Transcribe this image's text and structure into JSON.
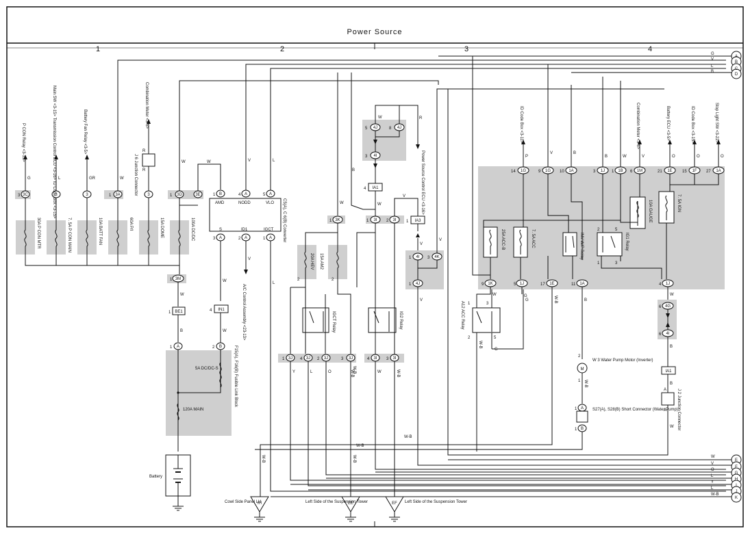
{
  "title": "Power Source",
  "columns": [
    "1",
    "2",
    "3",
    "4"
  ],
  "fuses": [
    {
      "pin_top": "3C",
      "pin_top_num": "3",
      "label": "30A P CON MTR",
      "wire": "G",
      "dest": "P CON Relay <3-13>"
    },
    {
      "pin_top": "3",
      "pin_top_num": "",
      "label": "7. 5A P CON MAIN",
      "wire": "L",
      "dest": "Main SW <3-15> Transmission Control ECU <3-16> ID Code Box <3-15>"
    },
    {
      "pin_top": "3",
      "pin_top_num": "",
      "label": "10A BATT FAN",
      "wire": "GR",
      "dest": "Battery Fan Relay <3-5>"
    },
    {
      "pin_top": "3A",
      "pin_top_num": "1",
      "label": "60A P/I",
      "wire": "W",
      "dest": ""
    },
    {
      "pin_top": "3",
      "pin_top_num": "",
      "label": "15A DOME",
      "wire": "R",
      "dest": "Combination Meter <3-6>"
    },
    {
      "pin_top": "3D",
      "pin_top_num": "1",
      "label": "100A DC/DC",
      "wire": "W",
      "dest": ""
    }
  ],
  "junction_j6": "J 6 Junction Connector",
  "connectors_top": [
    "3E",
    "B",
    "A",
    "A"
  ],
  "converter": {
    "name": "C5(A), C 6(B) Converter",
    "pins_top": [
      "1",
      "4",
      "5"
    ],
    "terms_top": [
      "AMD",
      "NODD",
      "VLO"
    ],
    "pins_bottom": [
      "3",
      "2",
      "1"
    ],
    "terms_bottom": [
      "S",
      "ID1",
      "IGCT"
    ]
  },
  "ac_control": "A/C Control Assembly <23-13>",
  "connectors_mid": [
    "3M",
    "BE1",
    "IN1",
    "3K",
    "IA1",
    "IA3",
    "4I",
    "4J",
    "4K",
    "3J",
    "3I"
  ],
  "fusible_link": {
    "name": "F15(A), F16(B) Fusible Link Block",
    "fuse1": "5A DC/DC-S",
    "fuse2": "120A MAIN"
  },
  "battery": "Battery",
  "psc_ecu": "Power Source Control ECU <3-16>",
  "relays": {
    "igct": "IGCT Relay",
    "ig2": "IG2 Relay",
    "acc": "A12 ACC Relay",
    "fuse_hev": "20A HEV",
    "fuse_am2": "15A AM2"
  },
  "right_block": {
    "fuses": [
      "25A ACC-B",
      "7. 5A ACC",
      "10A GAUGE",
      "7. 5A IGN"
    ],
    "relays": [
      "INV W/P Relay",
      "IG1 Relay"
    ],
    "top_pins": [
      "1G",
      "1G",
      "1A",
      "1J",
      "1B",
      "1M",
      "1E",
      "1F",
      "1A"
    ],
    "top_pin_nums": [
      "14",
      "9",
      "10",
      "3",
      "1",
      "6",
      "21",
      "15",
      "27"
    ],
    "bottom_pins": [
      "1K",
      "1J",
      "1E",
      "1A",
      "1J"
    ],
    "bottom_pin_nums": [
      "9",
      "5",
      "17",
      "11",
      "4"
    ],
    "dests": [
      "ID Code Box <3-11>",
      "Combination Meter <3-6>",
      "Battery ECU <3-5>",
      "ID Code Box <3-15>",
      "Stop Light SW <3-22>"
    ],
    "dest_wires": [
      "P",
      "V",
      "O",
      "O",
      "O"
    ],
    "wires": [
      "W",
      "V",
      "B",
      "B",
      "W",
      "V"
    ]
  },
  "water_pump": "W 3 Water Pump Motor (Inverter)",
  "short_connector": "S27(A), S28(B) Short Connector (Water Pump)",
  "junction_j2": "J 2 Junction Connector",
  "connector_4g": "4G",
  "grounds": [
    {
      "id": "IH",
      "label": "Cowl Side Panel LH"
    },
    {
      "id": "EE",
      "label": "Left Side of the Suspension Tower"
    },
    {
      "id": "EF",
      "label": "Left Side of the Suspension Tower"
    }
  ],
  "right_terms_top": [
    {
      "id": "A",
      "wire": "G"
    },
    {
      "id": "B",
      "wire": "V"
    },
    {
      "id": "C",
      "wire": "L"
    },
    {
      "id": "D",
      "wire": "B"
    }
  ],
  "right_terms_bottom": [
    {
      "id": "E",
      "wire": "W"
    },
    {
      "id": "F",
      "wire": "V"
    },
    {
      "id": "G",
      "wire": "O"
    },
    {
      "id": "H",
      "wire": "L"
    },
    {
      "id": "I",
      "wire": "Y"
    },
    {
      "id": "J",
      "wire": "L"
    },
    {
      "id": "K",
      "wire": "W-B"
    }
  ],
  "wire_colors": {
    "W-B": "W-B",
    "W": "W",
    "Y": "Y",
    "L": "L",
    "O": "O",
    "V": "V",
    "G": "G",
    "B": "B",
    "R": "R"
  }
}
